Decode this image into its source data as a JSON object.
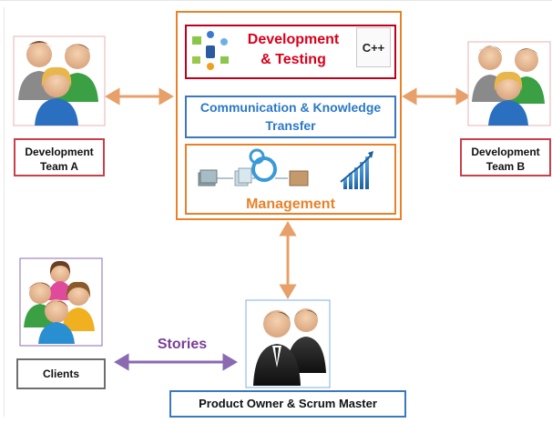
{
  "central": {
    "dev_testing_line1": "Development",
    "dev_testing_line2": "& Testing",
    "cpp_label": "C++",
    "communication_line1": "Communication & Knowledge",
    "communication_line2": "Transfer",
    "management": "Management"
  },
  "team_a": {
    "line1": "Development",
    "line2": "Team A"
  },
  "team_b": {
    "line1": "Development",
    "line2": "Team B"
  },
  "clients": "Clients",
  "stories": "Stories",
  "product_owner": "Product Owner & Scrum Master",
  "colors": {
    "arrow_orange": "#e8a06a",
    "arrow_purple": "#8a6ab0",
    "dev_red": "#d9001b",
    "comm_blue": "#2a78c6",
    "mgmt_orange": "#e8822a"
  }
}
